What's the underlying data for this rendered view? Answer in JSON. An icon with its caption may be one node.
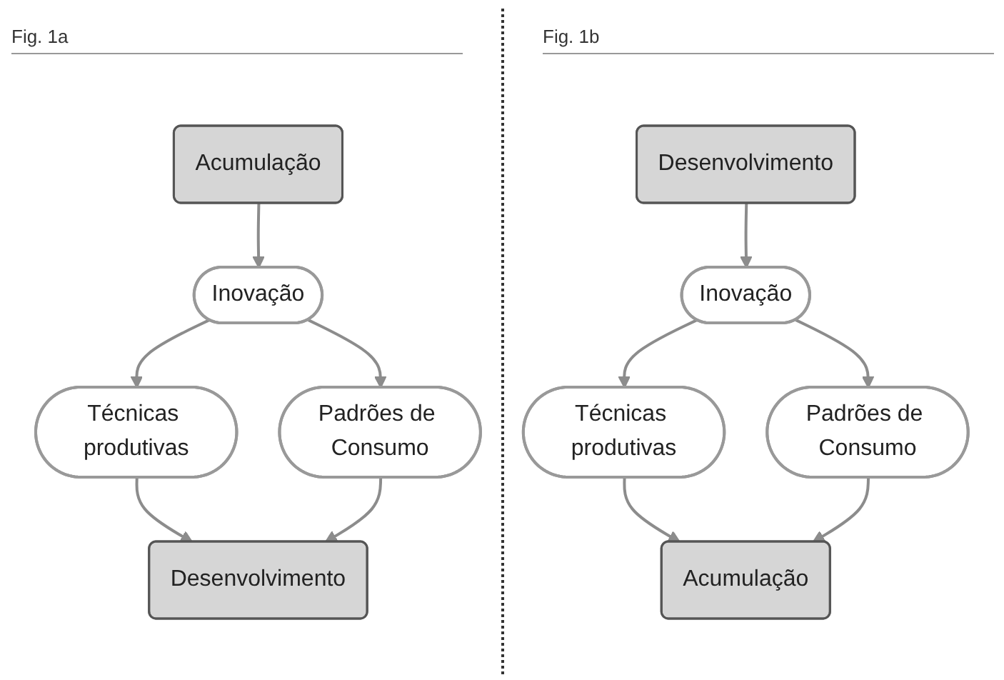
{
  "diagram": {
    "nodes": [
      {
        "text": [
          "Acumulação"
        ]
      },
      {
        "text": [
          "Inovação"
        ]
      },
      {
        "text": [
          "Técnicas produtivas"
        ]
      },
      {
        "text": [
          "Padrões de Consumo"
        ]
      },
      {
        "text": [
          "Desenvolvimento"
        ]
      },
      {
        "text": [
          "Desenvolvimento"
        ]
      },
      {
        "text": [
          "Inovação"
        ]
      },
      {
        "text": [
          "Técnicas produtivas"
        ]
      },
      {
        "text": [
          "Padrões de Consumo"
        ]
      },
      {
        "text": [
          "Acumulação"
        ]
      }
    ],
    "edges": [
      {
        "from": 0,
        "to": 1,
        "arrow": "to"
      },
      {
        "from": 1,
        "to": 2,
        "arrow": "to"
      },
      {
        "from": 1,
        "to": 3,
        "arrow": "to"
      },
      {
        "from": 2,
        "to": 4,
        "arrow": "to"
      },
      {
        "from": 3,
        "to": 4,
        "arrow": "to"
      },
      {
        "from": 5,
        "to": 6,
        "arrow": "to"
      },
      {
        "from": 6,
        "to": 7,
        "arrow": "to"
      },
      {
        "from": 6,
        "to": 8,
        "arrow": "to"
      },
      {
        "from": 7,
        "to": 9,
        "arrow": "to"
      },
      {
        "from": 8,
        "to": 9,
        "arrow": "to"
      }
    ],
    "labels": [
      "Fig. 1a",
      "Fig. 1b"
    ]
  }
}
